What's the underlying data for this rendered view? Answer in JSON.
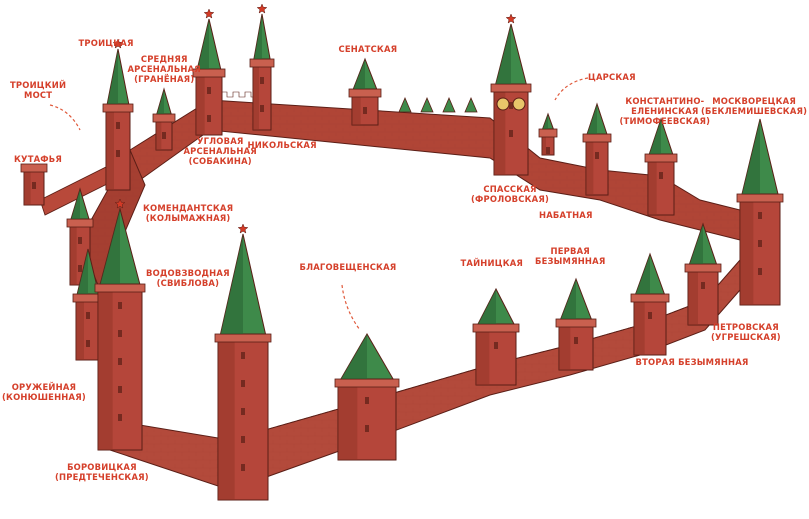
{
  "colors": {
    "wall": "#b5463a",
    "wall_dark": "#8e3226",
    "wall_light": "#c9604f",
    "roof": "#3e8a4a",
    "roof_dark": "#2b6535",
    "outline": "#5a1e16",
    "label": "#d5402b",
    "arrow": "#e05a3c",
    "star": "#d33a26"
  },
  "towers": [
    {
      "key": "troitskaya",
      "lines": [
        "ТРОИЦКАЯ"
      ]
    },
    {
      "key": "srednyaya",
      "lines": [
        "СРЕДНЯЯ",
        "АРСЕНАЛЬНАЯ",
        "(ГРАНЁНАЯ)"
      ]
    },
    {
      "key": "troitsky_most",
      "lines": [
        "ТРОИЦКИЙ",
        "МОСТ"
      ]
    },
    {
      "key": "kutafya",
      "lines": [
        "КУТАФЬЯ"
      ]
    },
    {
      "key": "uglovaya",
      "lines": [
        "УГЛОВАЯ",
        "АРСЕНАЛЬНАЯ",
        "(СОБАКИНА)"
      ]
    },
    {
      "key": "nikolskaya",
      "lines": [
        "НИКОЛЬСКАЯ"
      ]
    },
    {
      "key": "senatskaya",
      "lines": [
        "СЕНАТСКАЯ"
      ]
    },
    {
      "key": "tsarskaya",
      "lines": [
        "ЦАРСКАЯ"
      ]
    },
    {
      "key": "konstantino",
      "lines": [
        "КОНСТАНТИНО-",
        "ЕЛЕНИНСКАЯ",
        "(ТИМОФЕЕВСКАЯ)"
      ]
    },
    {
      "key": "moskvoretskaya",
      "lines": [
        "МОСКВОРЕЦКАЯ",
        "(БЕКЛЕМИШЕВСКАЯ)"
      ]
    },
    {
      "key": "spasskaya",
      "lines": [
        "СПАССКАЯ",
        "(ФРОЛОВСКАЯ)"
      ]
    },
    {
      "key": "nabatnaya",
      "lines": [
        "НАБАТНАЯ"
      ]
    },
    {
      "key": "komendantskaya",
      "lines": [
        "КОМЕНДАНТСКАЯ",
        "(КОЛЫМАЖНАЯ)"
      ]
    },
    {
      "key": "vodovzvodnaya",
      "lines": [
        "ВОДОВЗВОДНАЯ",
        "(СВИБЛОВА)"
      ]
    },
    {
      "key": "blagoveshchenskaya",
      "lines": [
        "БЛАГОВЕЩЕНСКАЯ"
      ]
    },
    {
      "key": "taynitskaya",
      "lines": [
        "ТАЙНИЦКАЯ"
      ]
    },
    {
      "key": "pervaya",
      "lines": [
        "ПЕРВАЯ",
        "БЕЗЫМЯННАЯ"
      ]
    },
    {
      "key": "petrovskaya",
      "lines": [
        "ПЕТРОВСКАЯ",
        "(УГРЕШСКАЯ)"
      ]
    },
    {
      "key": "vtoraya",
      "lines": [
        "ВТОРАЯ БЕЗЫМЯННАЯ"
      ]
    },
    {
      "key": "oruzheynaya",
      "lines": [
        "ОРУЖЕЙНАЯ",
        "(КОНЮШЕННАЯ)"
      ]
    },
    {
      "key": "borovitskaya",
      "lines": [
        "БОРОВИЦКАЯ",
        "(ПРЕДТЕЧЕНСКАЯ)"
      ]
    }
  ]
}
